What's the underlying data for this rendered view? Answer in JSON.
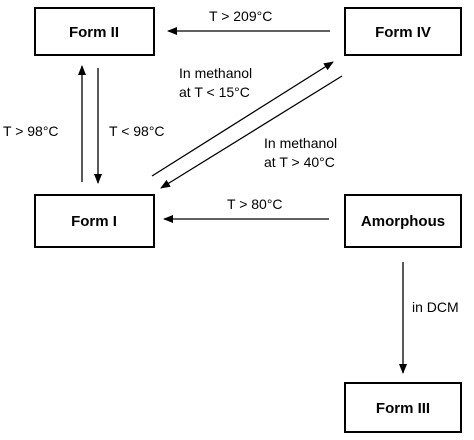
{
  "nodes": {
    "form_ii": "Form II",
    "form_iv": "Form IV",
    "form_i": "Form I",
    "amorphous": "Amorphous",
    "form_iii": "Form III"
  },
  "edges": {
    "iv_to_ii": "T > 209°C",
    "i_to_ii": "T > 98°C",
    "ii_to_i": "T < 98°C",
    "i_to_iv": [
      "In methanol",
      "at T < 15°C"
    ],
    "iv_to_i": [
      "In methanol",
      "at T > 40°C"
    ],
    "amorphous_to_i": "T > 80°C",
    "amorphous_to_iii": "in DCM"
  }
}
